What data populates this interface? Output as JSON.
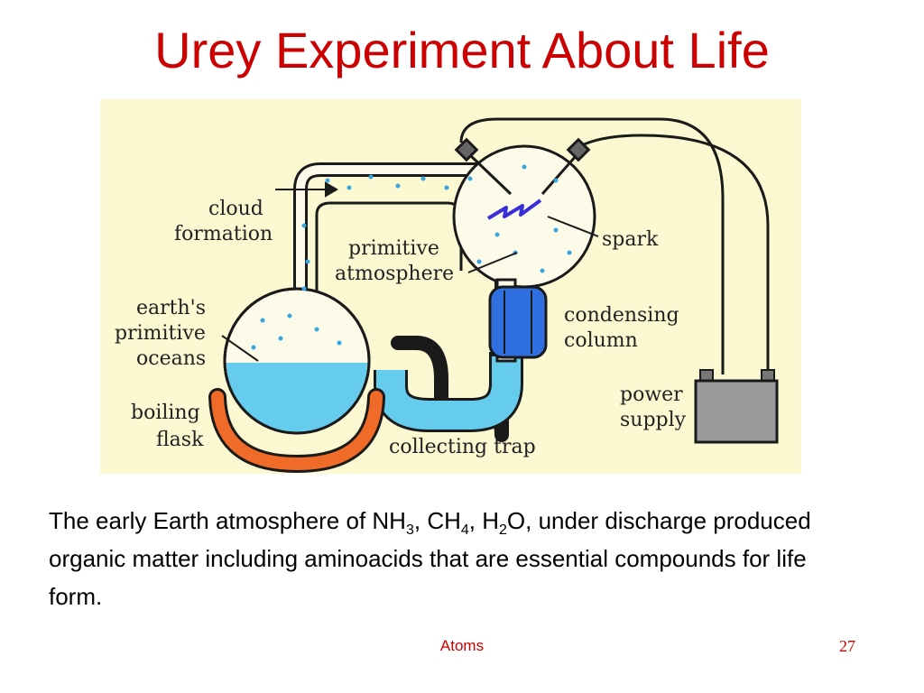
{
  "slide": {
    "title": "Urey Experiment About Life",
    "footer_center": "Atoms",
    "page_number": "27"
  },
  "diagram": {
    "labels": {
      "cloud_formation": [
        "cloud",
        "formation"
      ],
      "primitive_atmosphere": [
        "primitive",
        "atmosphere"
      ],
      "spark": "spark",
      "condensing_column": [
        "condensing",
        "column"
      ],
      "earths_primitive_oceans": [
        "earth's",
        "primitive",
        "oceans"
      ],
      "power_supply": [
        "power",
        "supply"
      ],
      "boiling_flask": [
        "boiling",
        "flask"
      ],
      "collecting_trap": "collecting trap"
    },
    "colors": {
      "background": "#fbf8d2",
      "tube_fill": "#fcfbea",
      "water": "#66ccee",
      "condenser": "#2f6fe0",
      "heater": "#f06a28",
      "battery": "#999999",
      "spark": "#3a2fd6",
      "dots": "#39a6e0"
    }
  },
  "caption": {
    "t1": "The early Earth atmosphere of NH",
    "s1": "3",
    "t2": ", CH",
    "s2": "4",
    "t3": ", H",
    "s3": "2",
    "t4": "O, under discharge produced organic matter including aminoacids that are essential compounds for life form."
  }
}
